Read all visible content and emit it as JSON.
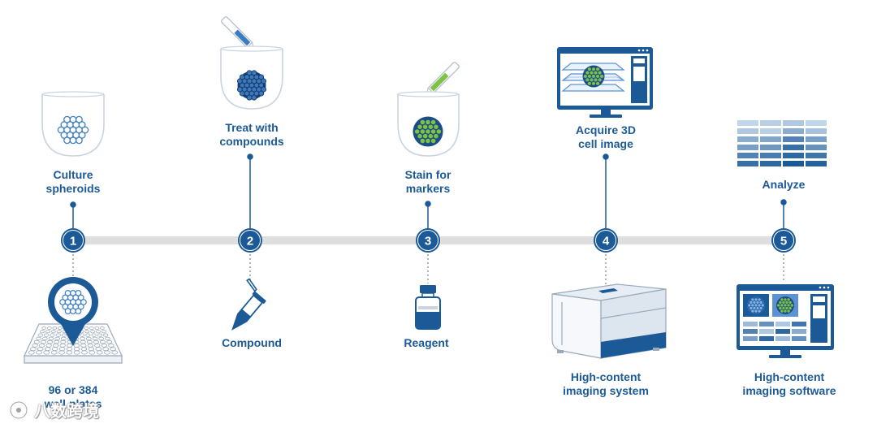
{
  "steps": [
    {
      "number": "1",
      "top_label": [
        "Culture",
        "spheroids"
      ],
      "bottom_label": [
        "96 or 384",
        "well plates"
      ],
      "top_icon": "spheroid-cup-icon",
      "bottom_icon": "well-plate-pin-icon"
    },
    {
      "number": "2",
      "top_label": [
        "Treat with",
        "compounds"
      ],
      "bottom_label": [
        "Compound"
      ],
      "top_icon": "pipette-cup-icon",
      "bottom_icon": "compound-tube-icon"
    },
    {
      "number": "3",
      "top_label": [
        "Stain for",
        "markers"
      ],
      "bottom_label": [
        "Reagent"
      ],
      "top_icon": "stain-pipette-cup-icon",
      "bottom_icon": "reagent-bottle-icon"
    },
    {
      "number": "4",
      "top_label": [
        "Acquire 3D",
        "cell image"
      ],
      "bottom_label": [
        "High-content",
        "imaging system"
      ],
      "top_icon": "3d-image-monitor-icon",
      "bottom_icon": "imaging-instrument-icon"
    },
    {
      "number": "5",
      "top_label": [
        "Analyze"
      ],
      "bottom_label": [
        "High-content",
        "imaging software"
      ],
      "top_icon": "heatmap-icon",
      "bottom_icon": "software-monitor-icon"
    }
  ],
  "watermark": {
    "text": "八数跨境",
    "icon": "watermark-logo-icon"
  },
  "colors": {
    "primary": "#1c5a97",
    "accent_green": "#7dc242",
    "light_blue": "#5a92d2",
    "timeline_bar": "#dfdfdf",
    "cup_outline": "#c9d4e0"
  }
}
